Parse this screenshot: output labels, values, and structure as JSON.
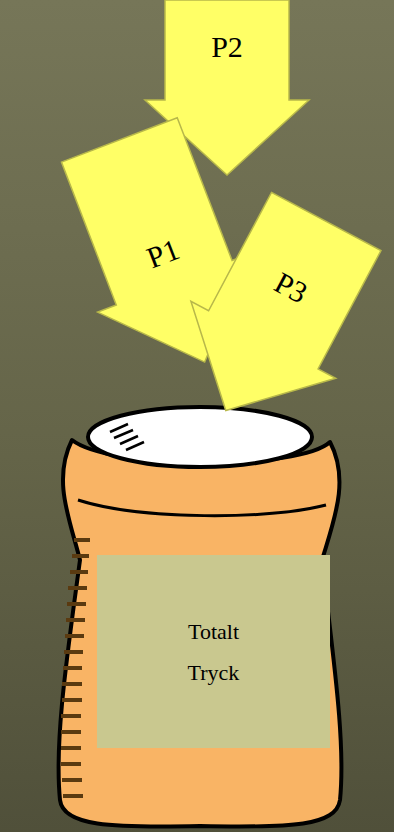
{
  "diagram": {
    "nodes": [
      {
        "text": [
          "P2"
        ]
      },
      {
        "text": [
          "P1"
        ]
      },
      {
        "text": [
          "P3"
        ]
      },
      {
        "text": [
          "Totalt Tryck"
        ]
      }
    ]
  }
}
